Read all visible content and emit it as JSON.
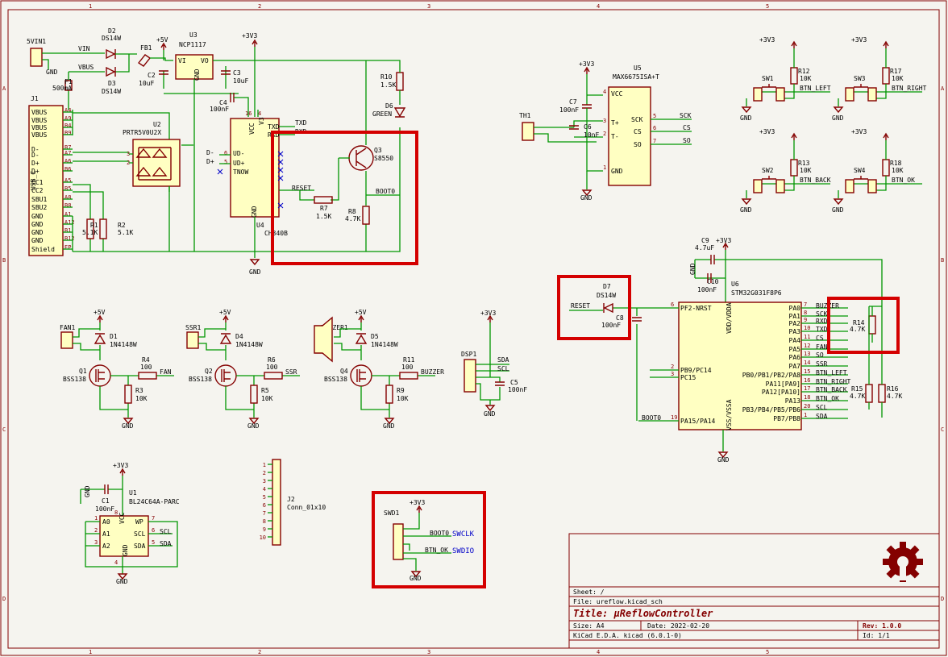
{
  "sheet": {
    "col_numbers": [
      "1",
      "2",
      "3",
      "4",
      "5"
    ],
    "row_letters": [
      "A",
      "B",
      "C",
      "D"
    ]
  },
  "components": {
    "vin1": {
      "ref": "5VIN1",
      "gnd": "GND",
      "net_vin": "VIN",
      "net_vbus": "VBUS"
    },
    "d2": {
      "ref": "D2",
      "value": "DS14W"
    },
    "d3": {
      "ref": "D3",
      "value": "DS14W"
    },
    "f1": {
      "ref": "F1",
      "value": "500mA"
    },
    "fb1": {
      "ref": "FB1"
    },
    "u3": {
      "ref": "U3",
      "value": "NCP1117",
      "vi": "VI",
      "vo": "VO",
      "gnd": "GND",
      "p5v": "+5V"
    },
    "c2": {
      "ref": "C2",
      "value": "10uF"
    },
    "c3": {
      "ref": "C3",
      "value": "10uF"
    },
    "c4": {
      "ref": "C4",
      "value": "100nF"
    },
    "p3v3_top": "+3V3",
    "r10": {
      "ref": "R10",
      "value": "1.5K"
    },
    "d6": {
      "ref": "D6",
      "value": "GREEN"
    },
    "j1": {
      "ref": "J1",
      "value": "USB_C",
      "pins": [
        "VBUS",
        "VBUS",
        "VBUS",
        "VBUS",
        "D-",
        "D-",
        "D+",
        "D+",
        "CC1",
        "CC2",
        "SBU1",
        "SBU2",
        "GND",
        "GND",
        "GND",
        "GND",
        "Shield"
      ],
      "pin_nums": [
        "A4",
        "A9",
        "B4",
        "B9",
        "B7",
        "A7",
        "A6",
        "B6",
        "A5",
        "B5",
        "A8",
        "B8",
        "A1",
        "A12",
        "B1",
        "B12",
        "EP"
      ]
    },
    "u2": {
      "ref": "U2",
      "value": "PRTR5V0U2X"
    },
    "r1": {
      "ref": "R1",
      "value": "5.1K"
    },
    "r2": {
      "ref": "R2",
      "value": "5.1K"
    },
    "u4": {
      "ref": "U4",
      "value": "CH340B",
      "pins_left": [
        "UD-",
        "UD+",
        "TNOW"
      ],
      "pins_right": [
        "TXD",
        "RXD"
      ],
      "vcc": "VCC",
      "v3": "V3",
      "gnd": "GND",
      "net_txd": "TXD",
      "net_rxd": "RXD",
      "net_reset": "RESET",
      "dm": "D-",
      "dp": "D+"
    },
    "q3": {
      "ref": "Q3",
      "value": "S8550"
    },
    "r7": {
      "ref": "R7",
      "value": "1.5K"
    },
    "r8": {
      "ref": "R8",
      "value": "4.7K"
    },
    "boot0_net": "BOOT0",
    "th1": {
      "ref": "TH1"
    },
    "c7": {
      "ref": "C7",
      "value": "100nF"
    },
    "c6": {
      "ref": "C6",
      "value": "10nF"
    },
    "u5": {
      "ref": "U5",
      "value": "MAX6675ISA+T",
      "pins": {
        "vcc": "VCC",
        "tp": "T+",
        "tm": "T-",
        "gnd": "GND",
        "sck": "SCK",
        "cs": "CS",
        "so": "SO"
      },
      "nets": {
        "sck": "SCK",
        "cs": "CS",
        "so": "SO"
      }
    },
    "switches": [
      {
        "ref": "SW1",
        "res": "R12",
        "val": "10K",
        "net": "BTN_LEFT"
      },
      {
        "ref": "SW3",
        "res": "R17",
        "val": "10K",
        "net": "BTN_RIGHT"
      },
      {
        "ref": "SW2",
        "res": "R13",
        "val": "10K",
        "net": "BTN_BACK"
      },
      {
        "ref": "SW4",
        "res": "R18",
        "val": "10K",
        "net": "BTN_OK"
      }
    ],
    "c9": {
      "ref": "C9",
      "value": "4.7uF"
    },
    "c10": {
      "ref": "C10",
      "value": "100nF"
    },
    "d7": {
      "ref": "D7",
      "value": "DS14W",
      "net": "RESET"
    },
    "c8": {
      "ref": "C8",
      "value": "100nF"
    },
    "u6": {
      "ref": "U6",
      "value": "STM32G031F8P6",
      "left_pins": [
        {
          "n": "6",
          "l": "PF2-NRST"
        },
        {
          "n": "2",
          "l": "PB9/PC14"
        },
        {
          "n": "3",
          "l": "PC15"
        },
        {
          "n": "19",
          "l": "PA15/PA14"
        }
      ],
      "right_pins": [
        {
          "n": "7",
          "l": "PA0",
          "net": "BUZZER"
        },
        {
          "n": "8",
          "l": "PA1",
          "net": "SCK"
        },
        {
          "n": "9",
          "l": "PA2",
          "net": "RXD"
        },
        {
          "n": "10",
          "l": "PA3",
          "net": "TXD"
        },
        {
          "n": "11",
          "l": "PA4",
          "net": "CS"
        },
        {
          "n": "12",
          "l": "PA5",
          "net": "FAN"
        },
        {
          "n": "13",
          "l": "PA6",
          "net": "SO"
        },
        {
          "n": "14",
          "l": "PA7",
          "net": "SSR"
        },
        {
          "n": "15",
          "l": "PB0/PB1/PB2/PA8",
          "net": "BTN_LEFT"
        },
        {
          "n": "16",
          "l": "PA11[PA9]",
          "net": "BTN_RIGHT"
        },
        {
          "n": "17",
          "l": "PA12[PA10]",
          "net": "BTN_BACK"
        },
        {
          "n": "18",
          "l": "PA13",
          "net": "BTN_OK"
        },
        {
          "n": "20",
          "l": "PB3/PB4/PB5/PB6",
          "net": "SCL"
        },
        {
          "n": "1",
          "l": "PB7/PB8",
          "net": "SDA"
        }
      ],
      "vdd": "VDD/VDDA",
      "vss": "VSS/VSSA",
      "boot0": "BOOT0"
    },
    "r14": {
      "ref": "R14",
      "value": "4.7K"
    },
    "r15": {
      "ref": "R15",
      "value": "4.7K"
    },
    "r16": {
      "ref": "R16",
      "value": "4.7K"
    },
    "fan": {
      "conn": "FAN1",
      "d": "D1",
      "dval": "1N4148W",
      "q": "Q1",
      "qval": "BSS138",
      "rg": "R4",
      "rgval": "100",
      "rp": "R3",
      "rpval": "10K",
      "net": "FAN",
      "sup": "+5V"
    },
    "ssr": {
      "conn": "SSR1",
      "d": "D4",
      "dval": "1N4148W",
      "q": "Q2",
      "qval": "BSS138",
      "rg": "R6",
      "rgval": "100",
      "rp": "R5",
      "rpval": "10K",
      "net": "SSR",
      "sup": "+5V"
    },
    "buzzer": {
      "conn": "BUZZER1",
      "d": "D5",
      "dval": "1N4148W",
      "q": "Q4",
      "qval": "BSS138",
      "rg": "R11",
      "rgval": "100",
      "rp": "R9",
      "rpval": "10K",
      "net": "BUZZER",
      "sup": "+5V"
    },
    "dsp1": {
      "ref": "DSP1",
      "c": "C5",
      "cval": "100nF",
      "sda": "SDA",
      "scl": "SCL",
      "sup": "+3V3"
    },
    "u1": {
      "ref": "U1",
      "value": "BL24C64A-PARC",
      "c": "C1",
      "cval": "100nF",
      "pins": [
        "A0",
        "A1",
        "A2",
        "VCC",
        "GND",
        "WP",
        "SCL",
        "SDA"
      ],
      "sup": "+3V3"
    },
    "j2": {
      "ref": "J2",
      "value": "Conn_01x10"
    },
    "swd1": {
      "ref": "SWD1",
      "sup": "+3V3",
      "n1": "BOOT0",
      "l1": "SWCLK",
      "n2": "BTN_OK",
      "l2": "SWDIO",
      "gnd": "GND"
    },
    "gnd": "GND"
  },
  "titleblock": {
    "sheet_label": "Sheet: /",
    "file_label": "File: ureflow.kicad_sch",
    "title": "Title: µReflowController",
    "size": "Size: A4",
    "date": "Date: 2022-02-20",
    "rev": "Rev: 1.0.0",
    "tool": "KiCad E.D.A.  kicad (6.0.1-0)",
    "id": "Id: 1/1"
  }
}
